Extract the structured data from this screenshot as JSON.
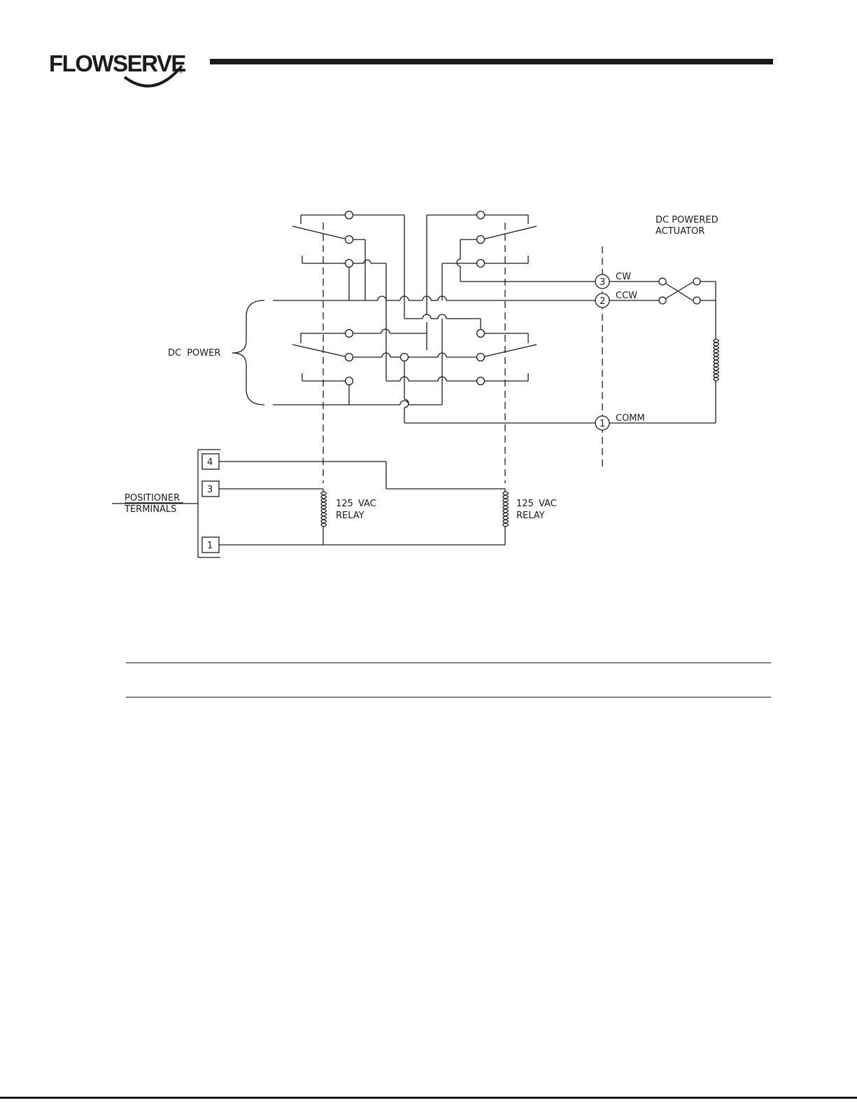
{
  "header": {
    "brand": "FLOWSERVE",
    "registered": "®"
  },
  "diagram": {
    "actuator_label_line1": "DC POWERED",
    "actuator_label_line2": "ACTUATOR",
    "terminal_cw": "CW",
    "terminal_ccw": "CCW",
    "terminal_comm": "COMM",
    "terminal_3": "3",
    "terminal_2": "2",
    "terminal_1": "1",
    "dc_power_label": "DC POWER",
    "positioner_label_line1": "POSITIONER",
    "positioner_label_line2": "TERMINALS",
    "positioner_terminal_4": "4",
    "positioner_terminal_3": "3",
    "positioner_terminal_1": "1",
    "relay_left_line1": "125 VAC",
    "relay_left_line2": "RELAY",
    "relay_right_line1": "125 VAC",
    "relay_right_line2": "RELAY"
  }
}
